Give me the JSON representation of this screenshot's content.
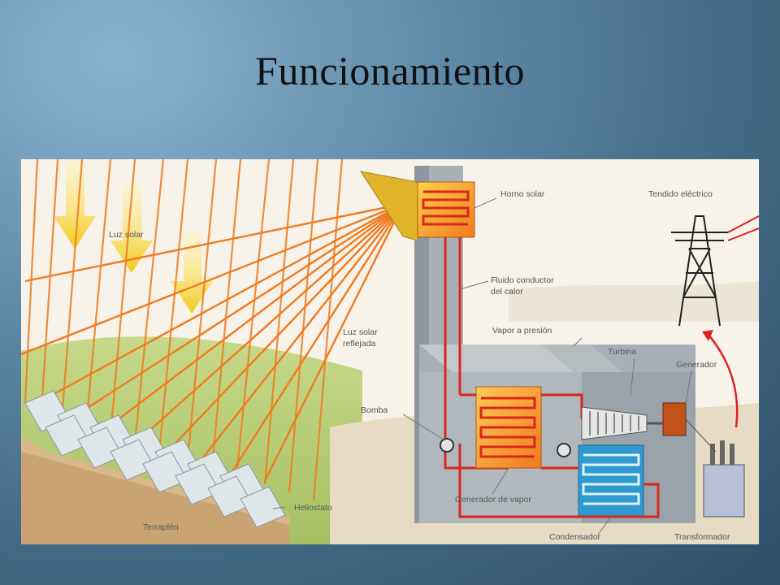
{
  "slide": {
    "title": "Funcionamiento"
  },
  "diagram": {
    "labels": {
      "luz_solar": "Luz solar",
      "luz_reflejada_1": "Luz solar",
      "luz_reflejada_2": "reflejada",
      "horno": "Horno solar",
      "fluido_1": "Fluido conductor",
      "fluido_2": "del calor",
      "vapor": "Vapor a presión",
      "turbina": "Turbina",
      "generador": "Generador",
      "tendido": "Tendido eléctrico",
      "bomba": "Bomba",
      "generador_vapor": "Generador de vapor",
      "helio": "Heliostato",
      "terraplen": "Terraplén",
      "condensador": "Condensador",
      "transformador": "Transformador"
    },
    "colors": {
      "ray": "#f07a1e",
      "sun_arrow": "#f7d21a",
      "hill": "#bcd07a",
      "building": "#a8b0b6",
      "heat_coil": "#f05a1a",
      "condenser": "#2e9ad0",
      "pipe": "#d8281a"
    },
    "icons": [
      "sun-arrow-icon",
      "heliostat-icon",
      "power-tower-icon",
      "transformer-icon",
      "pump-icon",
      "turbine-icon"
    ]
  }
}
